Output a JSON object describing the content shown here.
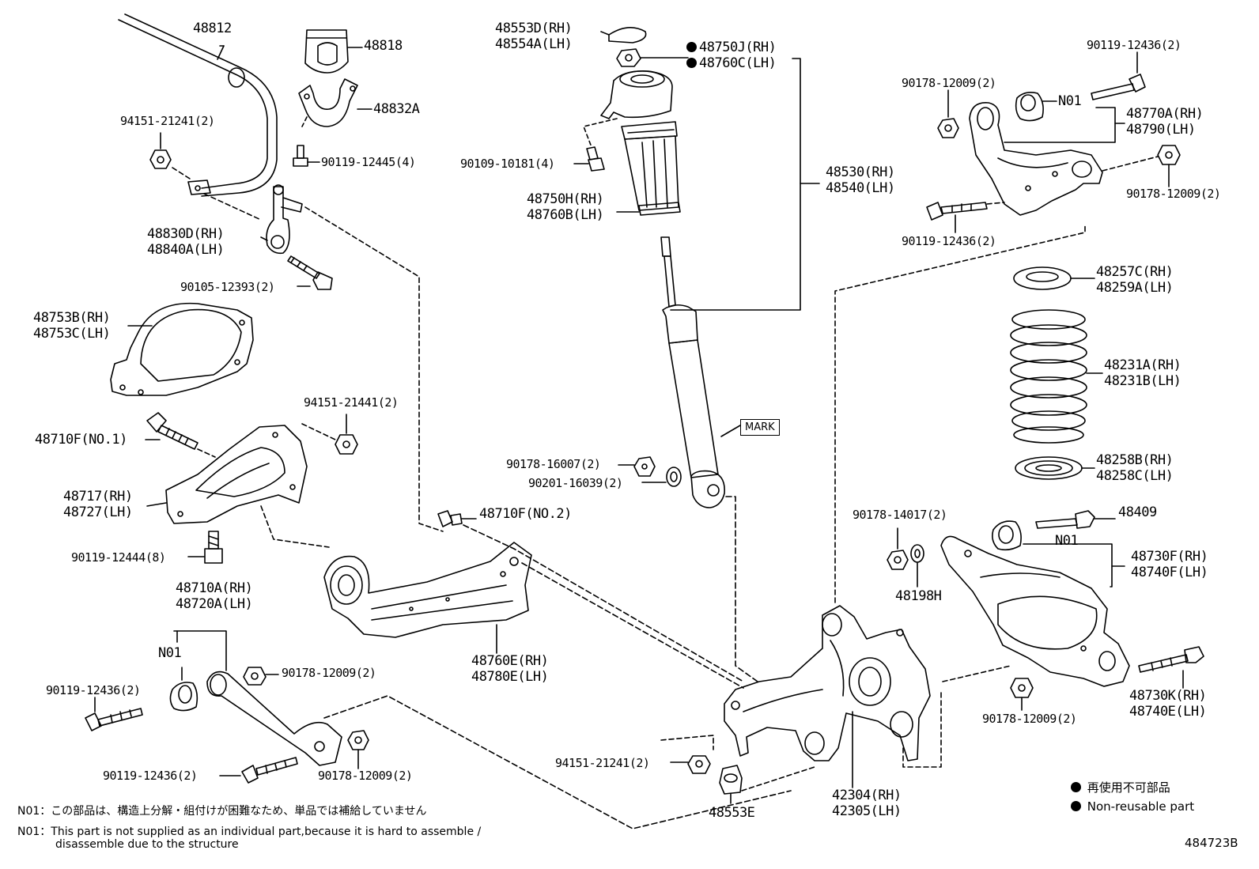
{
  "diagram": {
    "code": "484723B",
    "mark_label": "MARK",
    "legend": {
      "symbol_meaning_jp": "再使用不可部品",
      "symbol_meaning_en": "Non-reusable part"
    },
    "notes": [
      {
        "key": "N01：",
        "text": "この部品は、構造上分解・組付けが困難なため、単品では補給していません"
      },
      {
        "key": "N01：",
        "text": "This part is not supplied as an individual part,because it is hard to assemble /"
      },
      {
        "key": "",
        "text": "disassemble due to the structure"
      }
    ]
  },
  "parts": {
    "p48812": "48812",
    "p48818": "48818",
    "p48832A": "48832A",
    "p94151_21241_a": "94151-21241(2)",
    "p90119_12445": "90119-12445(4)",
    "p48830D": "48830D(RH)",
    "p48840A": "48840A(LH)",
    "p90105_12393": "90105-12393(2)",
    "p48753B": "48753B(RH)",
    "p48753C": "48753C(LH)",
    "p94151_21441": "94151-21441(2)",
    "p48710F_1": "48710F(NO.1)",
    "p48717": "48717(RH)",
    "p48727": "48727(LH)",
    "p90119_12444": "90119-12444(8)",
    "p48710A": "48710A(RH)",
    "p48720A": "48720A(LH)",
    "n01_a": "N01",
    "p90178_12009_a": "90178-12009(2)",
    "p90119_12436_a": "90119-12436(2)",
    "p90119_12436_b": "90119-12436(2)",
    "p90178_12009_b": "90178-12009(2)",
    "p48553D": "48553D(RH)",
    "p48554A": "48554A(LH)",
    "p48750J": "48750J(RH)",
    "p48760C": "48760C(LH)",
    "p90109_10181": "90109-10181(4)",
    "p48750H": "48750H(RH)",
    "p48760B": "48760B(LH)",
    "p48530": "48530(RH)",
    "p48540": "48540(LH)",
    "p90178_16007": "90178-16007(2)",
    "p90201_16039": "90201-16039(2)",
    "p48710F_2": "48710F(NO.2)",
    "p48760E": "48760E(RH)",
    "p48780E": "48780E(LH)",
    "p94151_21241_b": "94151-21241(2)",
    "p48553E": "48553E",
    "p42304": "42304(RH)",
    "p42305": "42305(LH)",
    "p90119_12436_c": "90119-12436(2)",
    "p90178_12009_c": "90178-12009(2)",
    "n01_b": "N01",
    "p48770A": "48770A(RH)",
    "p48790": "48790(LH)",
    "p90178_12009_d": "90178-12009(2)",
    "p90119_12436_d": "90119-12436(2)",
    "p48257C": "48257C(RH)",
    "p48259A": "48259A(LH)",
    "p48231A": "48231A(RH)",
    "p48231B": "48231B(LH)",
    "p48258B": "48258B(RH)",
    "p48258C": "48258C(LH)",
    "p90178_14017": "90178-14017(2)",
    "p48409": "48409",
    "n01_c": "N01",
    "p48730F": "48730F(RH)",
    "p48740F": "48740F(LH)",
    "p48198H": "48198H",
    "p48730K": "48730K(RH)",
    "p48740E": "48740E(LH)",
    "p90178_12009_e": "90178-12009(2)"
  }
}
